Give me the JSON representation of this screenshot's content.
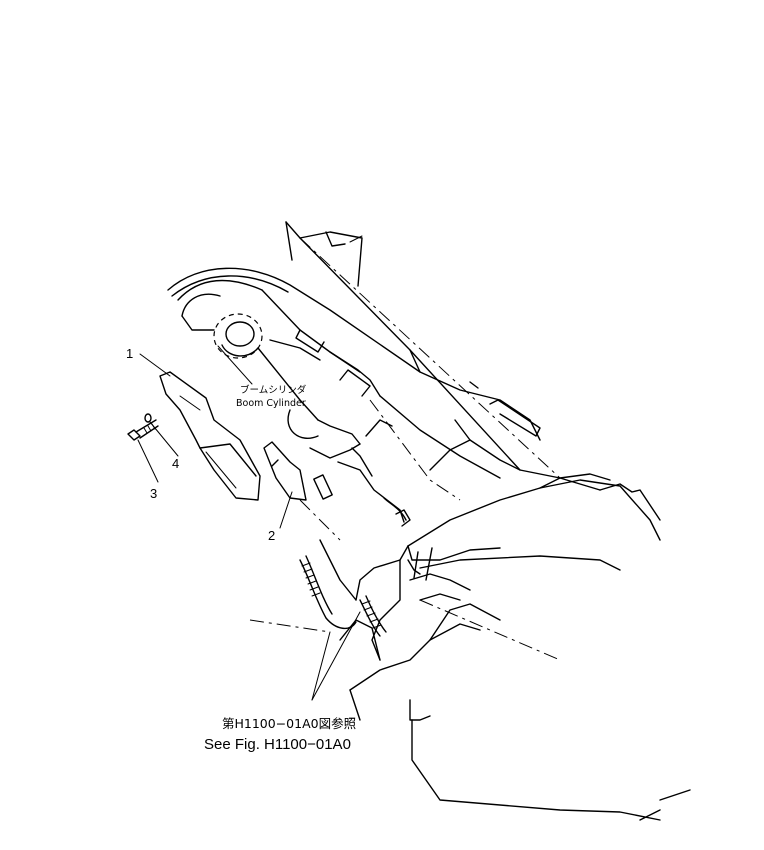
{
  "callouts": {
    "part1": "1",
    "part2": "2",
    "part3": "3",
    "part4": "4"
  },
  "component_label": {
    "jp": "ブームシリンダ",
    "en": "Boom Cylinder"
  },
  "reference_note": {
    "jp": "第H1100−01A0図参照",
    "en": "See Fig. H1100−01A0"
  }
}
